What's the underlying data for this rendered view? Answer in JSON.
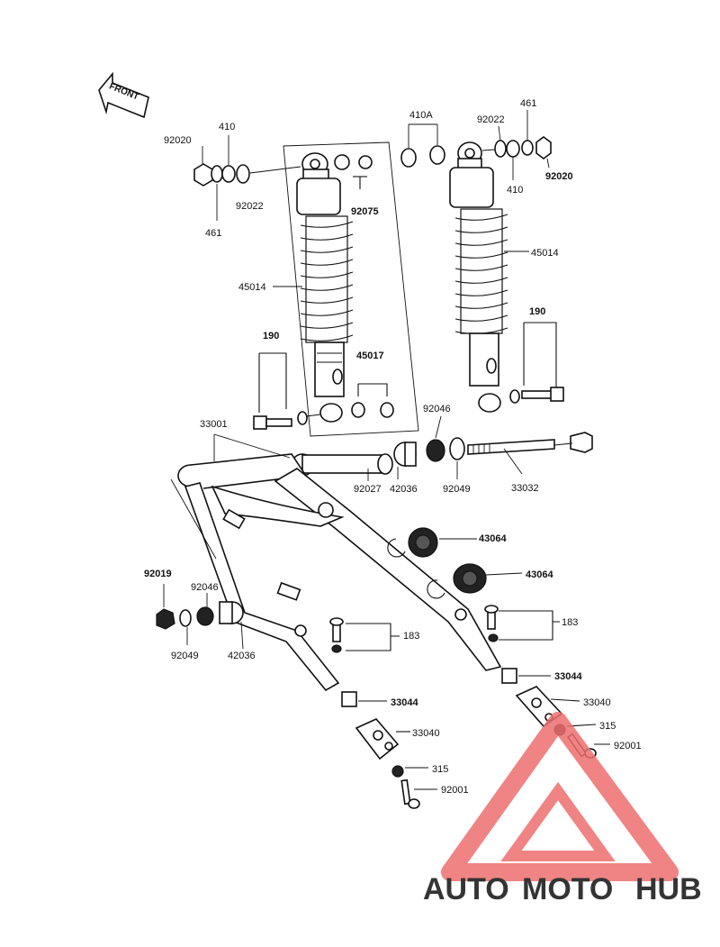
{
  "front_arrow": "FRONT",
  "labels": {
    "l92020a": "92020",
    "l410a": "410",
    "l461a": "461",
    "l92022a": "92022",
    "l92075": "92075",
    "l45014a": "45014",
    "l190a": "190",
    "l45017": "45017",
    "l410A": "410A",
    "l92022b": "92022",
    "l461b": "461",
    "l410b": "410",
    "l92020b": "92020",
    "l45014b": "45014",
    "l190b": "190",
    "l92046a": "92046",
    "l33001": "33001",
    "l92027": "92027",
    "l42036a": "42036",
    "l92049a": "92049",
    "l33032": "33032",
    "l43064a": "43064",
    "l43064b": "43064",
    "l92019": "92019",
    "l92046b": "92046",
    "l92049b": "92049",
    "l42036b": "42036",
    "l183a": "183",
    "l183b": "183",
    "l33044a": "33044",
    "l33044b": "33044",
    "l33040a": "33040",
    "l33040b": "33040",
    "l315a": "315",
    "l315b": "315",
    "l92001a": "92001",
    "l92001b": "92001"
  },
  "watermark": {
    "auto": "AUTO",
    "moto": "MOTO",
    "hub": "HUB",
    "color_auto": "#f7b98a",
    "color_moto": "#f08a8a",
    "color_hub": "#9a9a9a",
    "triangle_color": "#ee6f6f"
  }
}
